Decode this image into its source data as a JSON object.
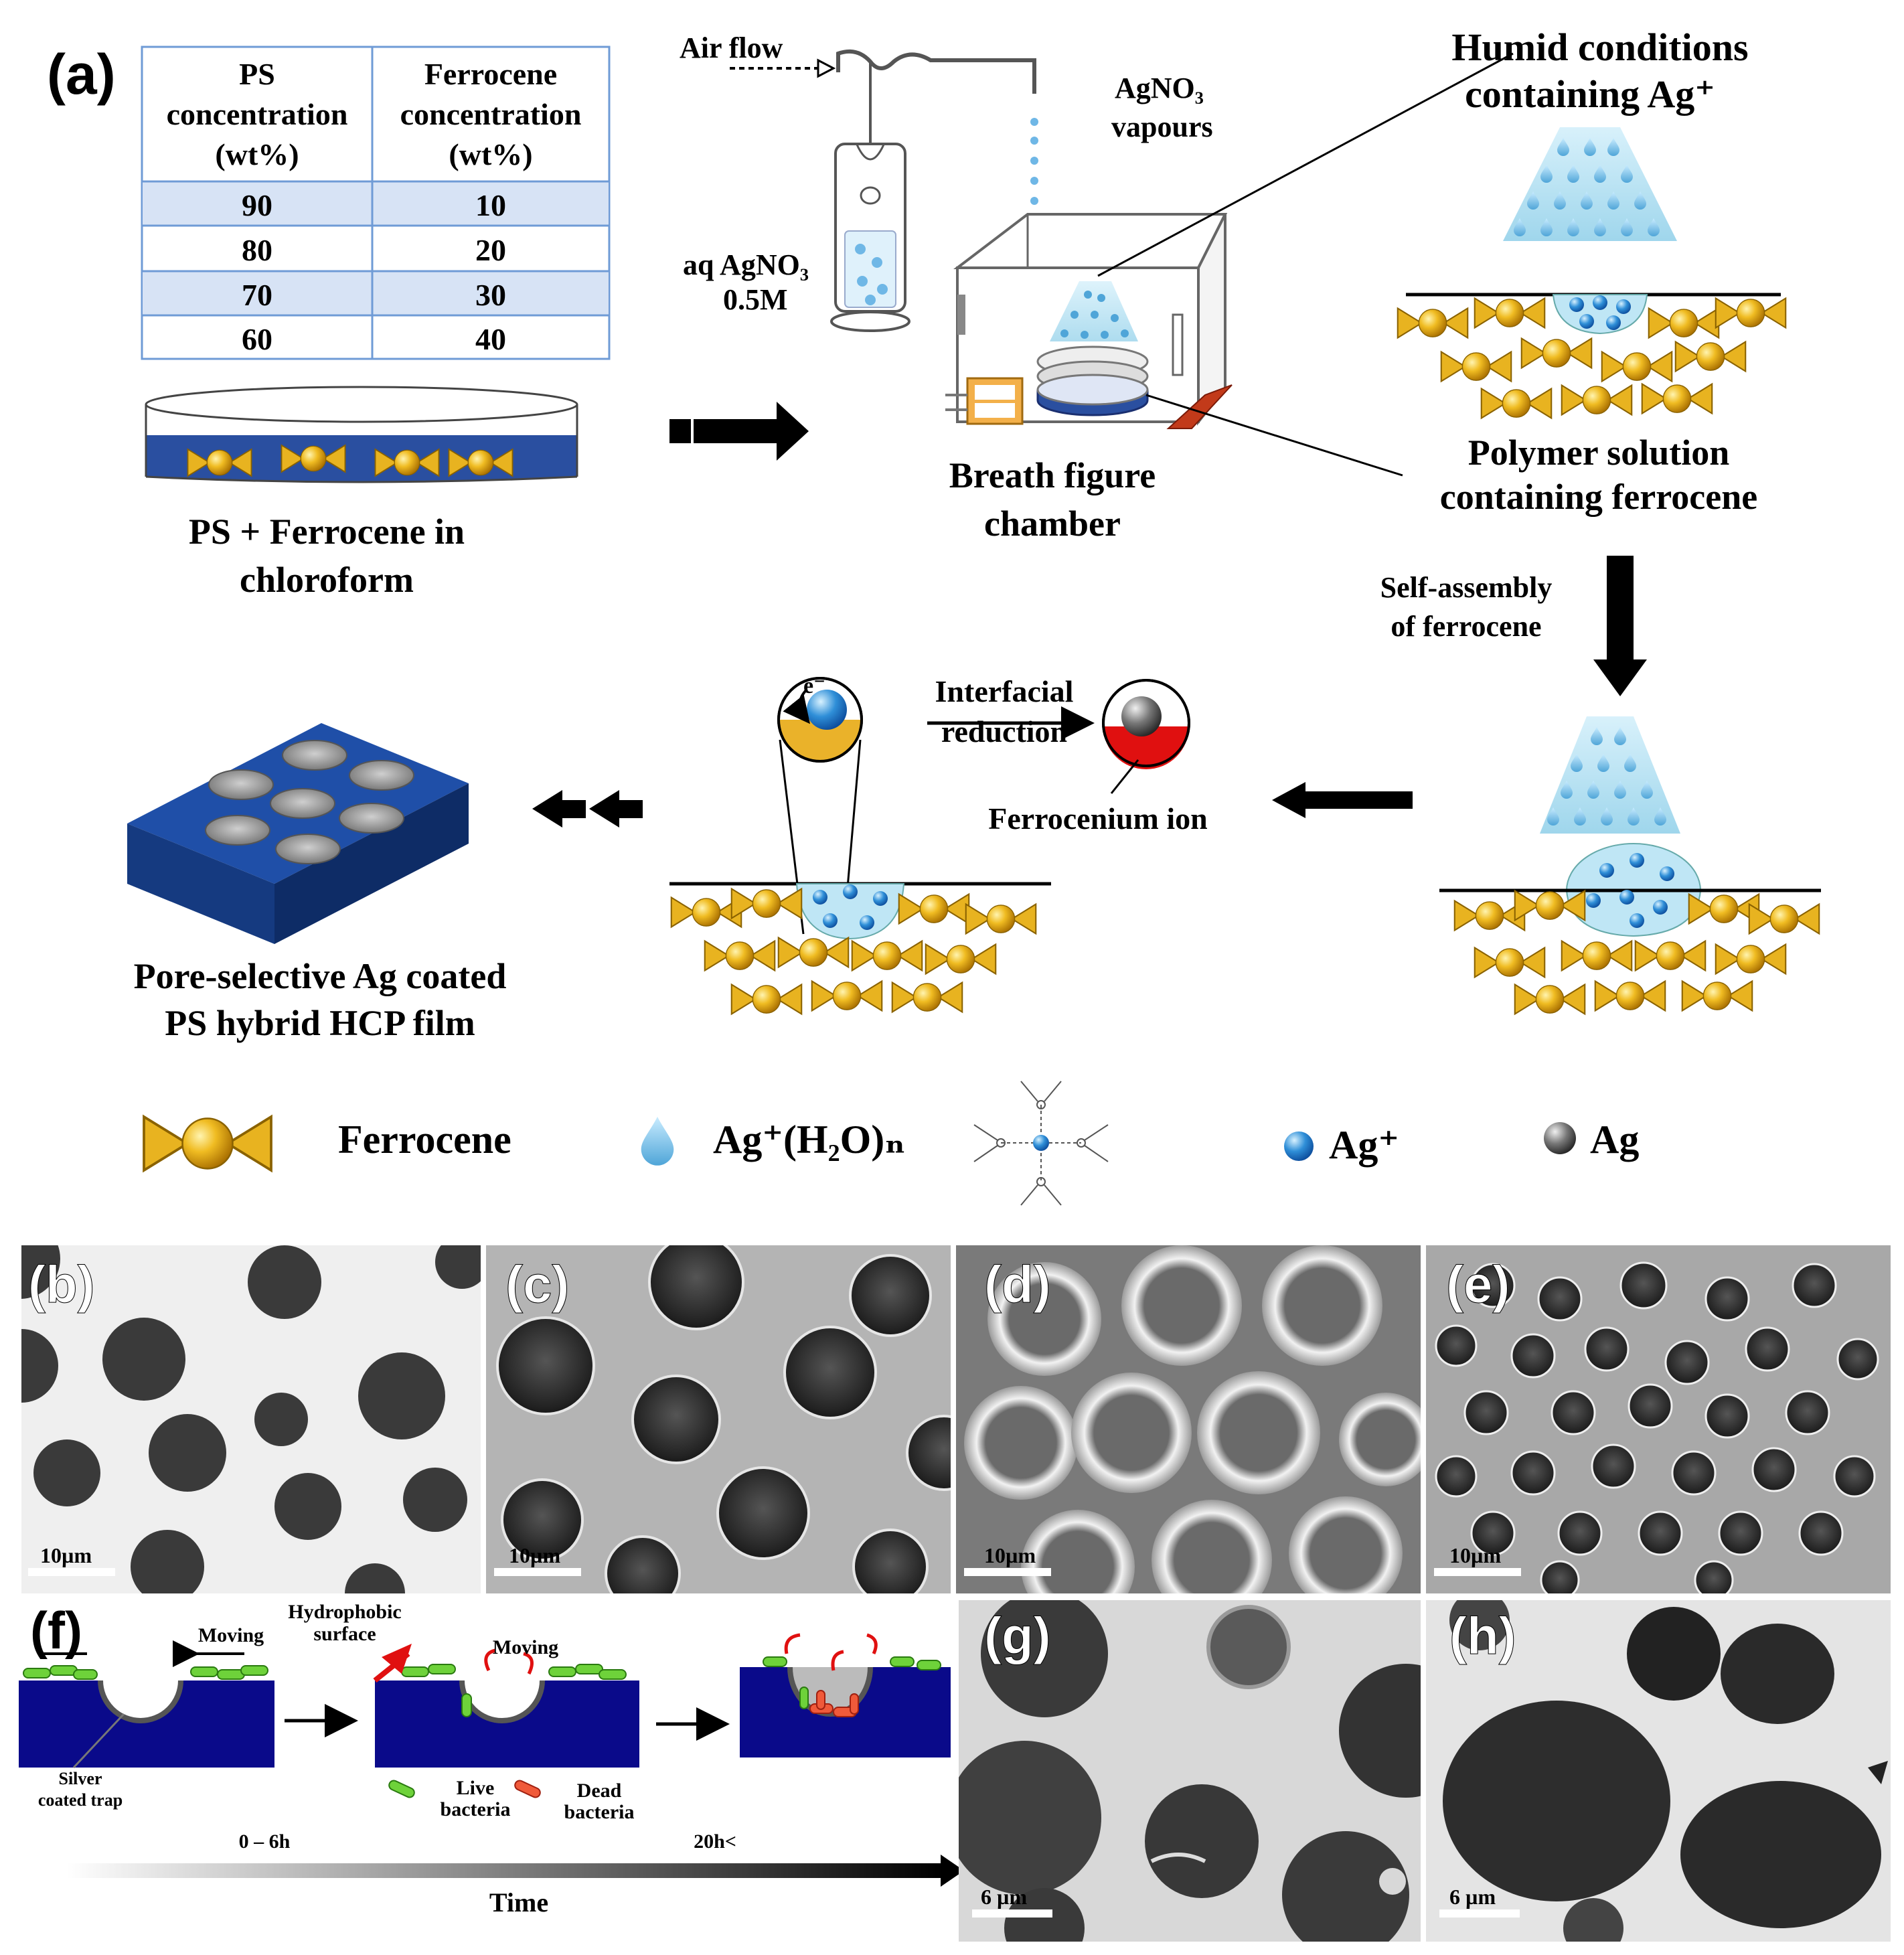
{
  "panels": {
    "a": "(a)",
    "b": "(b)",
    "c": "(c)",
    "d": "(d)",
    "e": "(e)",
    "f": "(f)",
    "g": "(g)",
    "h": "(h)"
  },
  "table": {
    "headers": [
      [
        "PS",
        "concentration",
        "(wt%)"
      ],
      [
        "Ferrocene",
        "concentration",
        "(wt%)"
      ]
    ],
    "rows": [
      [
        "90",
        "10"
      ],
      [
        "80",
        "20"
      ],
      [
        "70",
        "30"
      ],
      [
        "60",
        "40"
      ]
    ]
  },
  "dish_caption": [
    "PS + Ferrocene in",
    "chloroform"
  ],
  "apparatus": {
    "air_flow": "Air flow",
    "aq_agno3": [
      "aq AgNO₃",
      "0.5M"
    ],
    "agno3_vapours": [
      "AgNO₃",
      "vapours"
    ],
    "chamber_caption": [
      "Breath figure",
      "chamber"
    ]
  },
  "humid_title": [
    "Humid conditions",
    "containing Ag⁺"
  ],
  "polymer_caption": [
    "Polymer solution",
    "containing ferrocene"
  ],
  "self_assembly": [
    "Self-assembly",
    "of ferrocene"
  ],
  "interfacial": [
    "Interfacial",
    "reduction"
  ],
  "electron": "e⁻",
  "ferrocenium": "Ferrocenium ion",
  "film_caption": [
    "Pore-selective Ag coated",
    "PS hybrid HCP film"
  ],
  "legend": {
    "ferrocene": "Ferrocene",
    "ag_hydrate": "Ag⁺(H₂O)ₙ",
    "ag_ion": "Ag⁺",
    "ag": "Ag"
  },
  "scale_bars": {
    "b": "10µm",
    "c": "10µm",
    "d": "10µm",
    "e": "10µm",
    "g": "6 µm",
    "h": "6 µm"
  },
  "f_panel": {
    "moving": "Moving",
    "hydrophobic": [
      "Hydrophobic",
      "surface"
    ],
    "trap": [
      "Silver",
      "coated trap"
    ],
    "live": [
      "Live",
      "bacteria"
    ],
    "dead": [
      "Dead",
      "bacteria"
    ],
    "t1": "0 – 6h",
    "t2": "20h<",
    "time": "Time"
  },
  "colors": {
    "film_blue": "#1f4fa8",
    "solution_blue": "#2a4fa0",
    "droplet": "#bfe6f5",
    "ferrocene_gold": "#e8b320",
    "ag_ion": "#2f8fd8",
    "substrate_navy": "#0a0a8a",
    "ferrocenium_red": "#e01010"
  }
}
